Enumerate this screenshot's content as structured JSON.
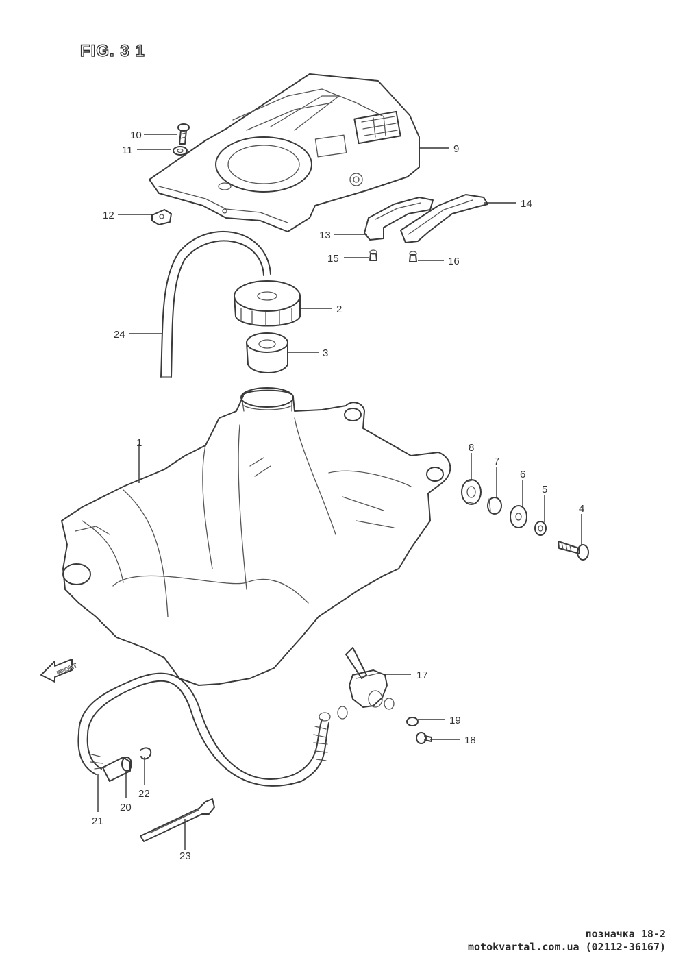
{
  "figure_title": "FIG. 3 1",
  "front_marker": "FRONT",
  "callouts": {
    "c1": "1",
    "c2": "2",
    "c3": "3",
    "c4": "4",
    "c5": "5",
    "c6": "6",
    "c7": "7",
    "c8": "8",
    "c9": "9",
    "c10": "10",
    "c11": "11",
    "c12": "12",
    "c13": "13",
    "c14": "14",
    "c15": "15",
    "c16": "16",
    "c17": "17",
    "c18": "18",
    "c19": "19",
    "c20": "20",
    "c21": "21",
    "c22": "22",
    "c23": "23",
    "c24": "24"
  },
  "footer": {
    "reference": "позначка 18-2",
    "contact": "motokvartal.com.ua (02112-36167)"
  }
}
